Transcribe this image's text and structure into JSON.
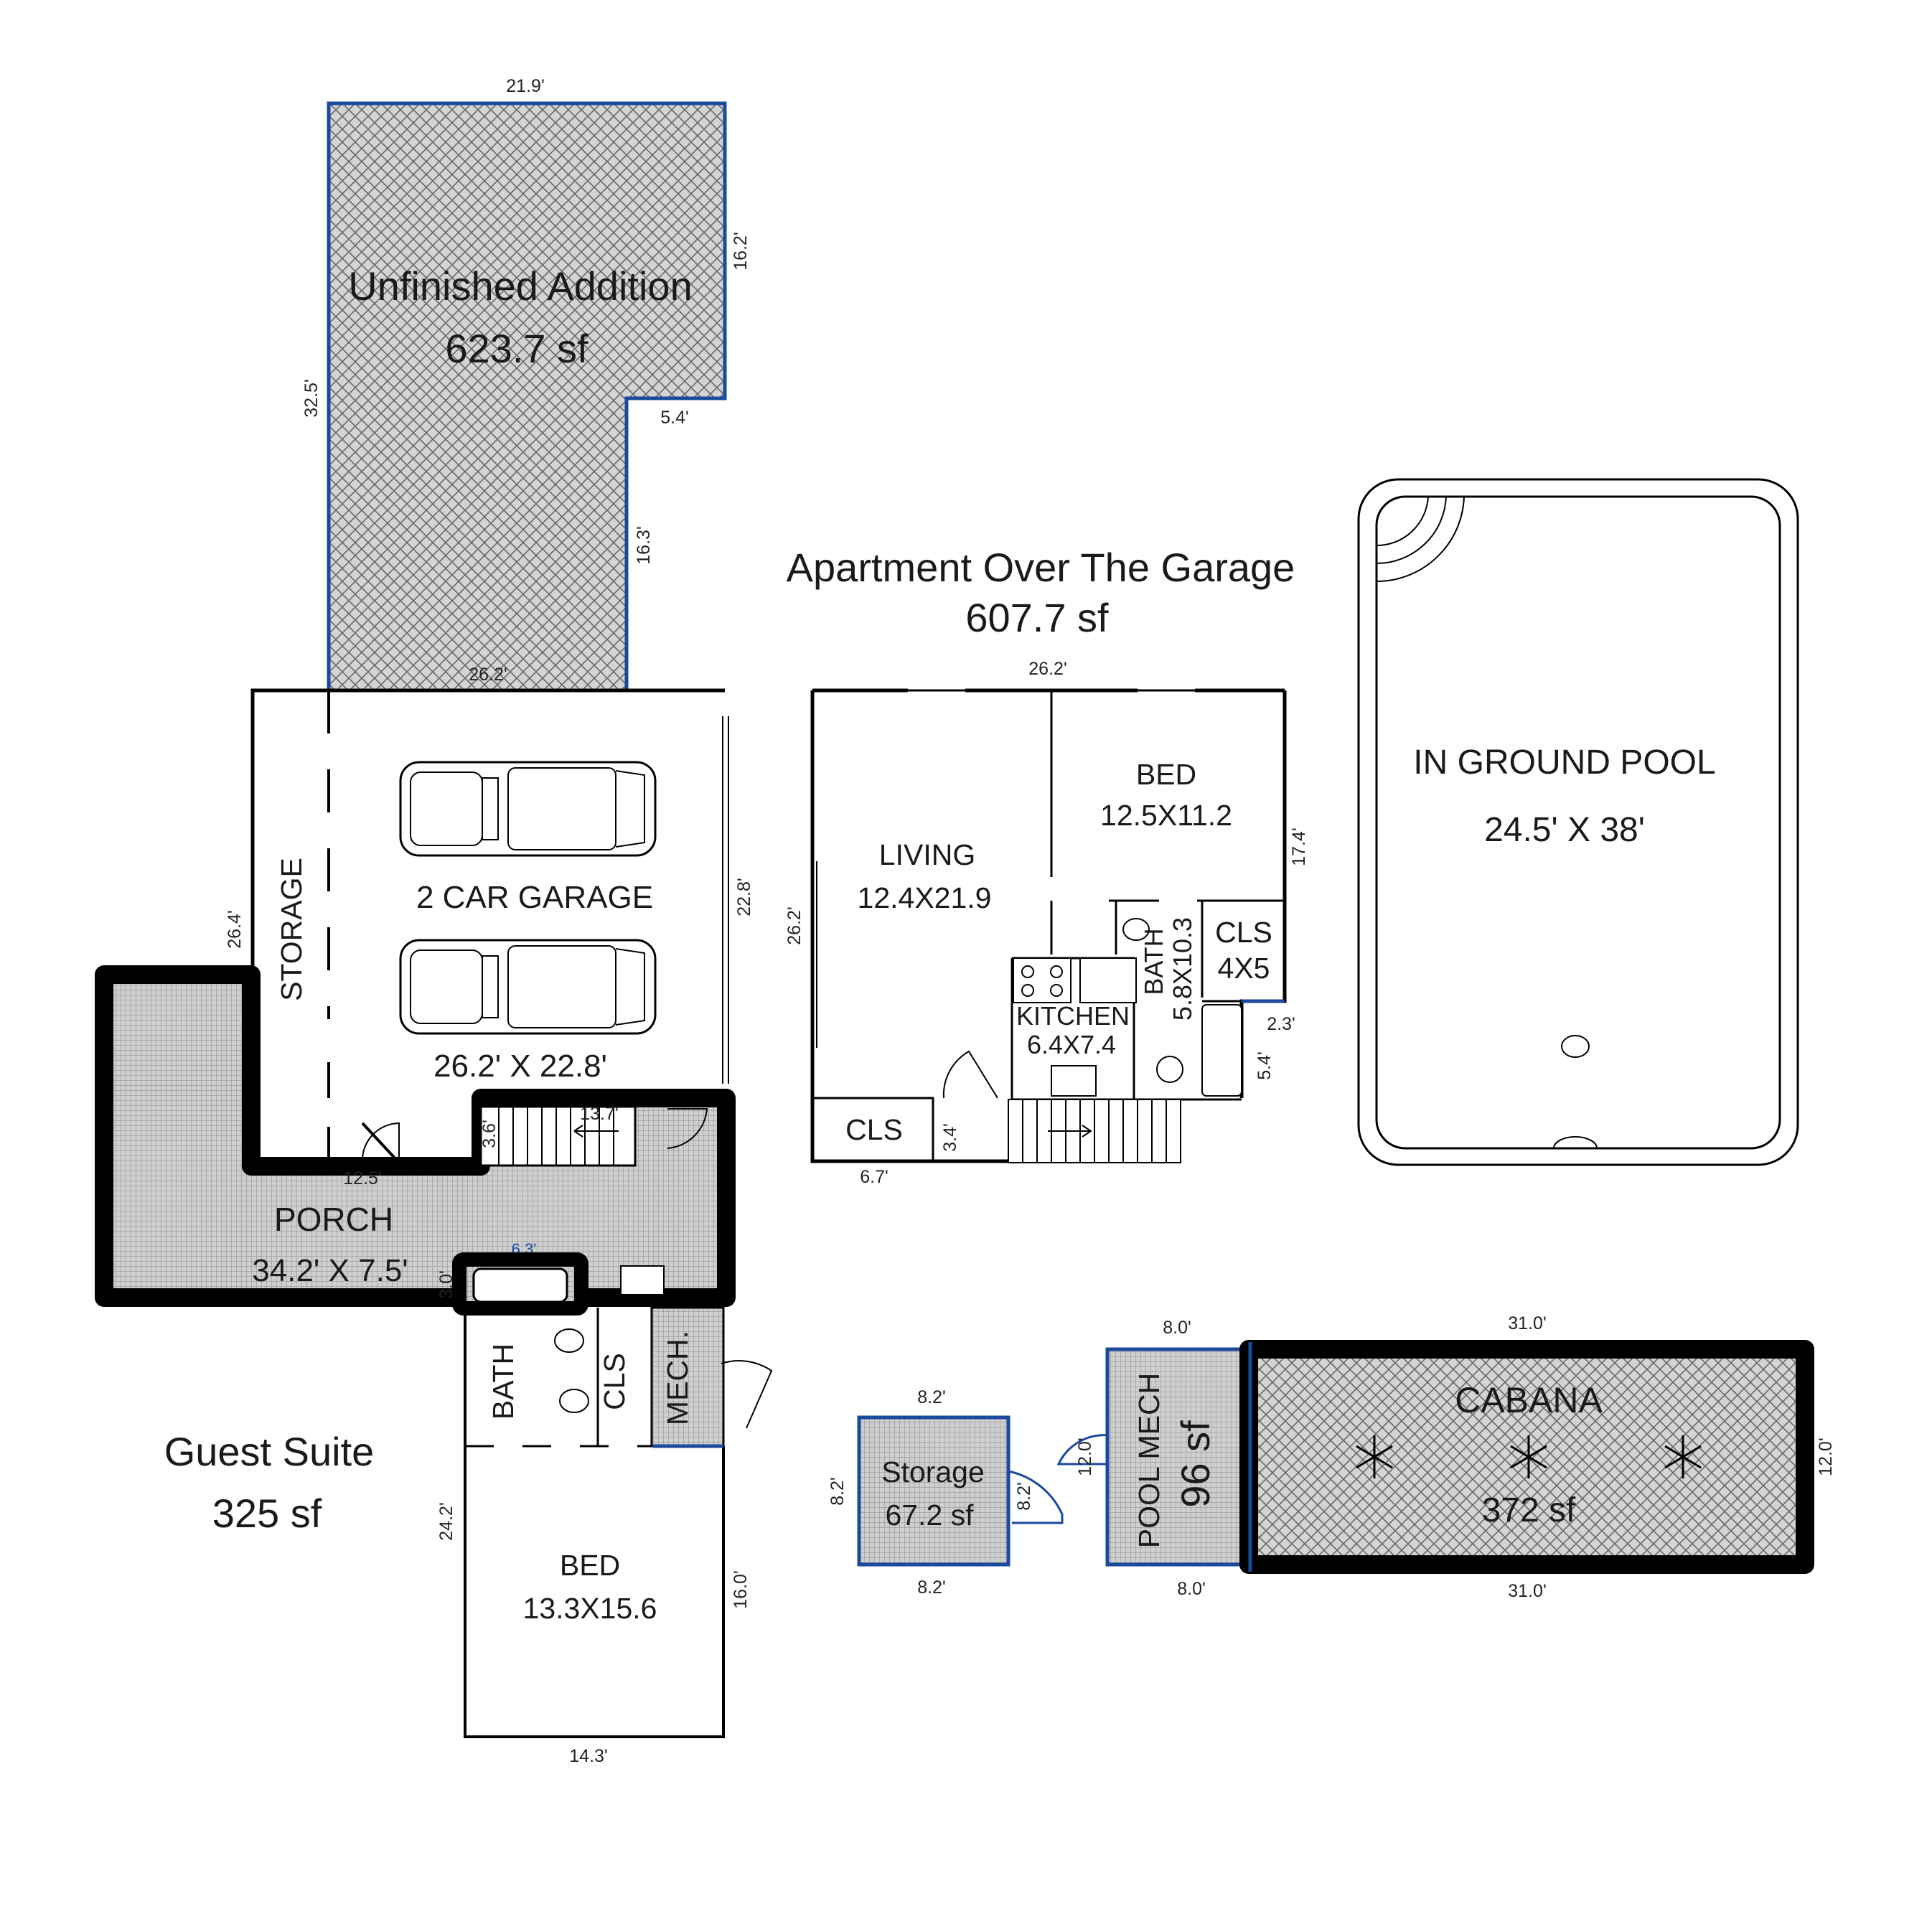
{
  "labels": {
    "unfinished_title": "Unfinished Addition",
    "unfinished_area": "623.7 sf",
    "apartment_title": "Apartment Over The Garage",
    "apartment_area": "607.7 sf",
    "pool_title": "IN GROUND POOL",
    "pool_size": "24.5' X 38'",
    "garage_title": "2 CAR GARAGE",
    "garage_size": "26.2' X 22.8'",
    "storage": "STORAGE",
    "porch_title": "PORCH",
    "porch_size": "34.2' X 7.5'",
    "living_title": "LIVING",
    "living_size": "12.4X21.9",
    "apt_bed_title": "BED",
    "apt_bed_size": "12.5X11.2",
    "apt_bath_title": "BATH",
    "apt_bath_size": "5.8X10.3",
    "apt_cls_title": "CLS",
    "apt_cls_size": "4X5",
    "kitchen_title": "KITCHEN",
    "kitchen_size": "6.4X7.4",
    "apt_cls2": "CLS",
    "guest_title": "Guest Suite",
    "guest_area": "325 sf",
    "guest_bath": "BATH",
    "guest_cls": "CLS",
    "guest_mech": "MECH.",
    "guest_bed_title": "BED",
    "guest_bed_size": "13.3X15.6",
    "storage2_title": "Storage",
    "storage2_area": "67.2 sf",
    "poolmech_title": "POOL MECH",
    "poolmech_area": "96 sf",
    "cabana_title": "CABANA",
    "cabana_area": "372 sf"
  },
  "dimensions": {
    "ua_top": "21.9'",
    "ua_right": "16.2'",
    "ua_left": "32.5'",
    "ua_step": "5.4'",
    "ua_right2": "16.3'",
    "ua_bottom": "26.2'",
    "garage_left": "26.4'",
    "garage_right": "22.8'",
    "stair_w": "13.7'",
    "stair_h": "3.6'",
    "porch_seg": "12.5'",
    "porch_blue": "6.3'",
    "porch_small": "3.0'",
    "apt_top": "26.2'",
    "apt_left": "26.2'",
    "apt_right": "17.4'",
    "apt_step": "2.3'",
    "apt_step2": "5.4'",
    "apt_bottom": "6.7'",
    "apt_door": "3.4'",
    "guest_left": "24.2'",
    "guest_right": "16.0'",
    "guest_bottom": "14.3'",
    "st_top": "8.2'",
    "st_left": "8.2'",
    "st_right": "8.2'",
    "st_bottom": "8.2'",
    "pm_top": "8.0'",
    "pm_left": "12.0'",
    "pm_bottom": "8.0'",
    "cab_top": "31.0'",
    "cab_bottom": "31.0'",
    "cab_right": "12.0'"
  },
  "colors": {
    "wall": "#000000",
    "accent_wall": "#1a4a9e",
    "fill_gray": "#c9c9c9",
    "fill_hatch": "#bfbfbf"
  }
}
